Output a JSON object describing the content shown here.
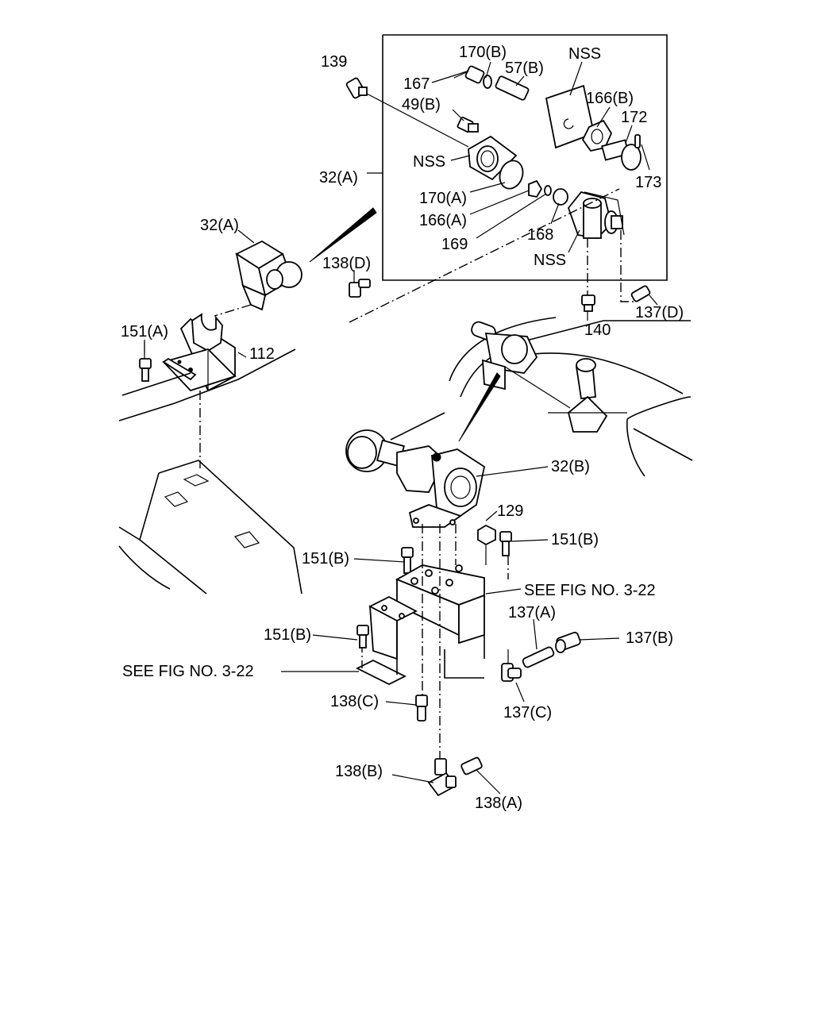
{
  "labels": {
    "l139": "139",
    "l170b": "170(B)",
    "l57b": "57(B)",
    "lnss_top": "NSS",
    "l167": "167",
    "l49b": "49(B)",
    "l166b": "166(B)",
    "l172": "172",
    "l173": "173",
    "lnss_mid": "NSS",
    "l32a_box": "32(A)",
    "l170a": "170(A)",
    "l166a": "166(A)",
    "l169": "169",
    "l168": "168",
    "lnss_low": "NSS",
    "l32a": "32(A)",
    "l138d": "138(D)",
    "l140": "140",
    "l137d": "137(D)",
    "l151a": "151(A)",
    "l112": "112",
    "l32b": "32(B)",
    "l129": "129",
    "l151b_r": "151(B)",
    "l151b_m": "151(B)",
    "see_fig_r": "SEE FIG NO. 3-22",
    "l137a": "137(A)",
    "l137b": "137(B)",
    "l151b_l": "151(B)",
    "see_fig_l": "SEE FIG NO. 3-22",
    "l138c": "138(C)",
    "l137c": "137(C)",
    "l138b": "138(B)",
    "l138a": "138(A)"
  }
}
